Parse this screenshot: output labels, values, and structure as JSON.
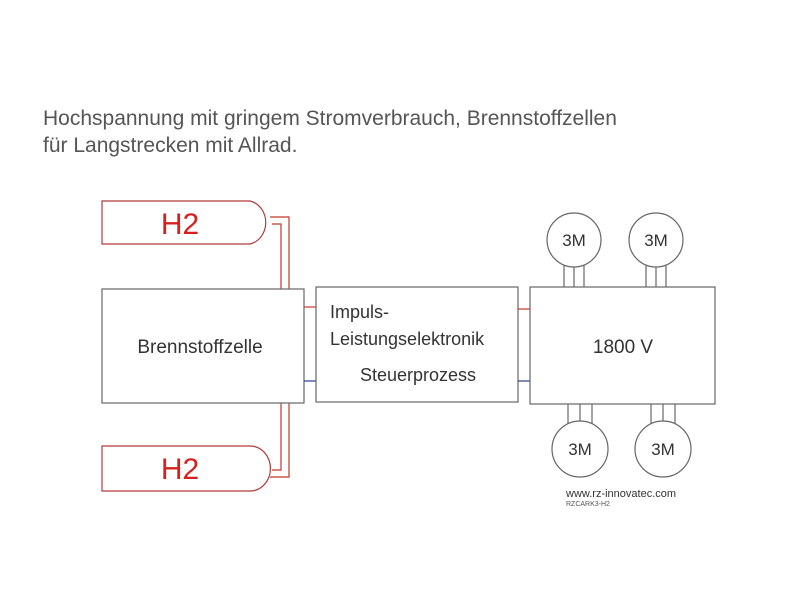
{
  "title": {
    "line1": "Hochspannung mit gringem Stromverbrauch, Brennstoffzellen",
    "line2": "für Langstrecken mit Allrad."
  },
  "tanks": {
    "top_label": "H2",
    "bottom_label": "H2"
  },
  "fuel_cell": {
    "label": "Brennstoffzelle"
  },
  "electronics": {
    "line1": "Impuls-",
    "line2": "Leistungselektronik",
    "line3": "Steuerprozess"
  },
  "voltage_box": {
    "label": "1800 V"
  },
  "motors": {
    "top_left": "3M",
    "top_right": "3M",
    "bottom_left": "3M",
    "bottom_right": "3M"
  },
  "footer": {
    "url": "www.rz-innovatec.com",
    "code": "RZCARK3-H2"
  },
  "colors": {
    "hydrogen": "#d61f1f",
    "plus_line": "#c0392b",
    "minus_line": "#2a3d8f",
    "outline": "#666666"
  }
}
